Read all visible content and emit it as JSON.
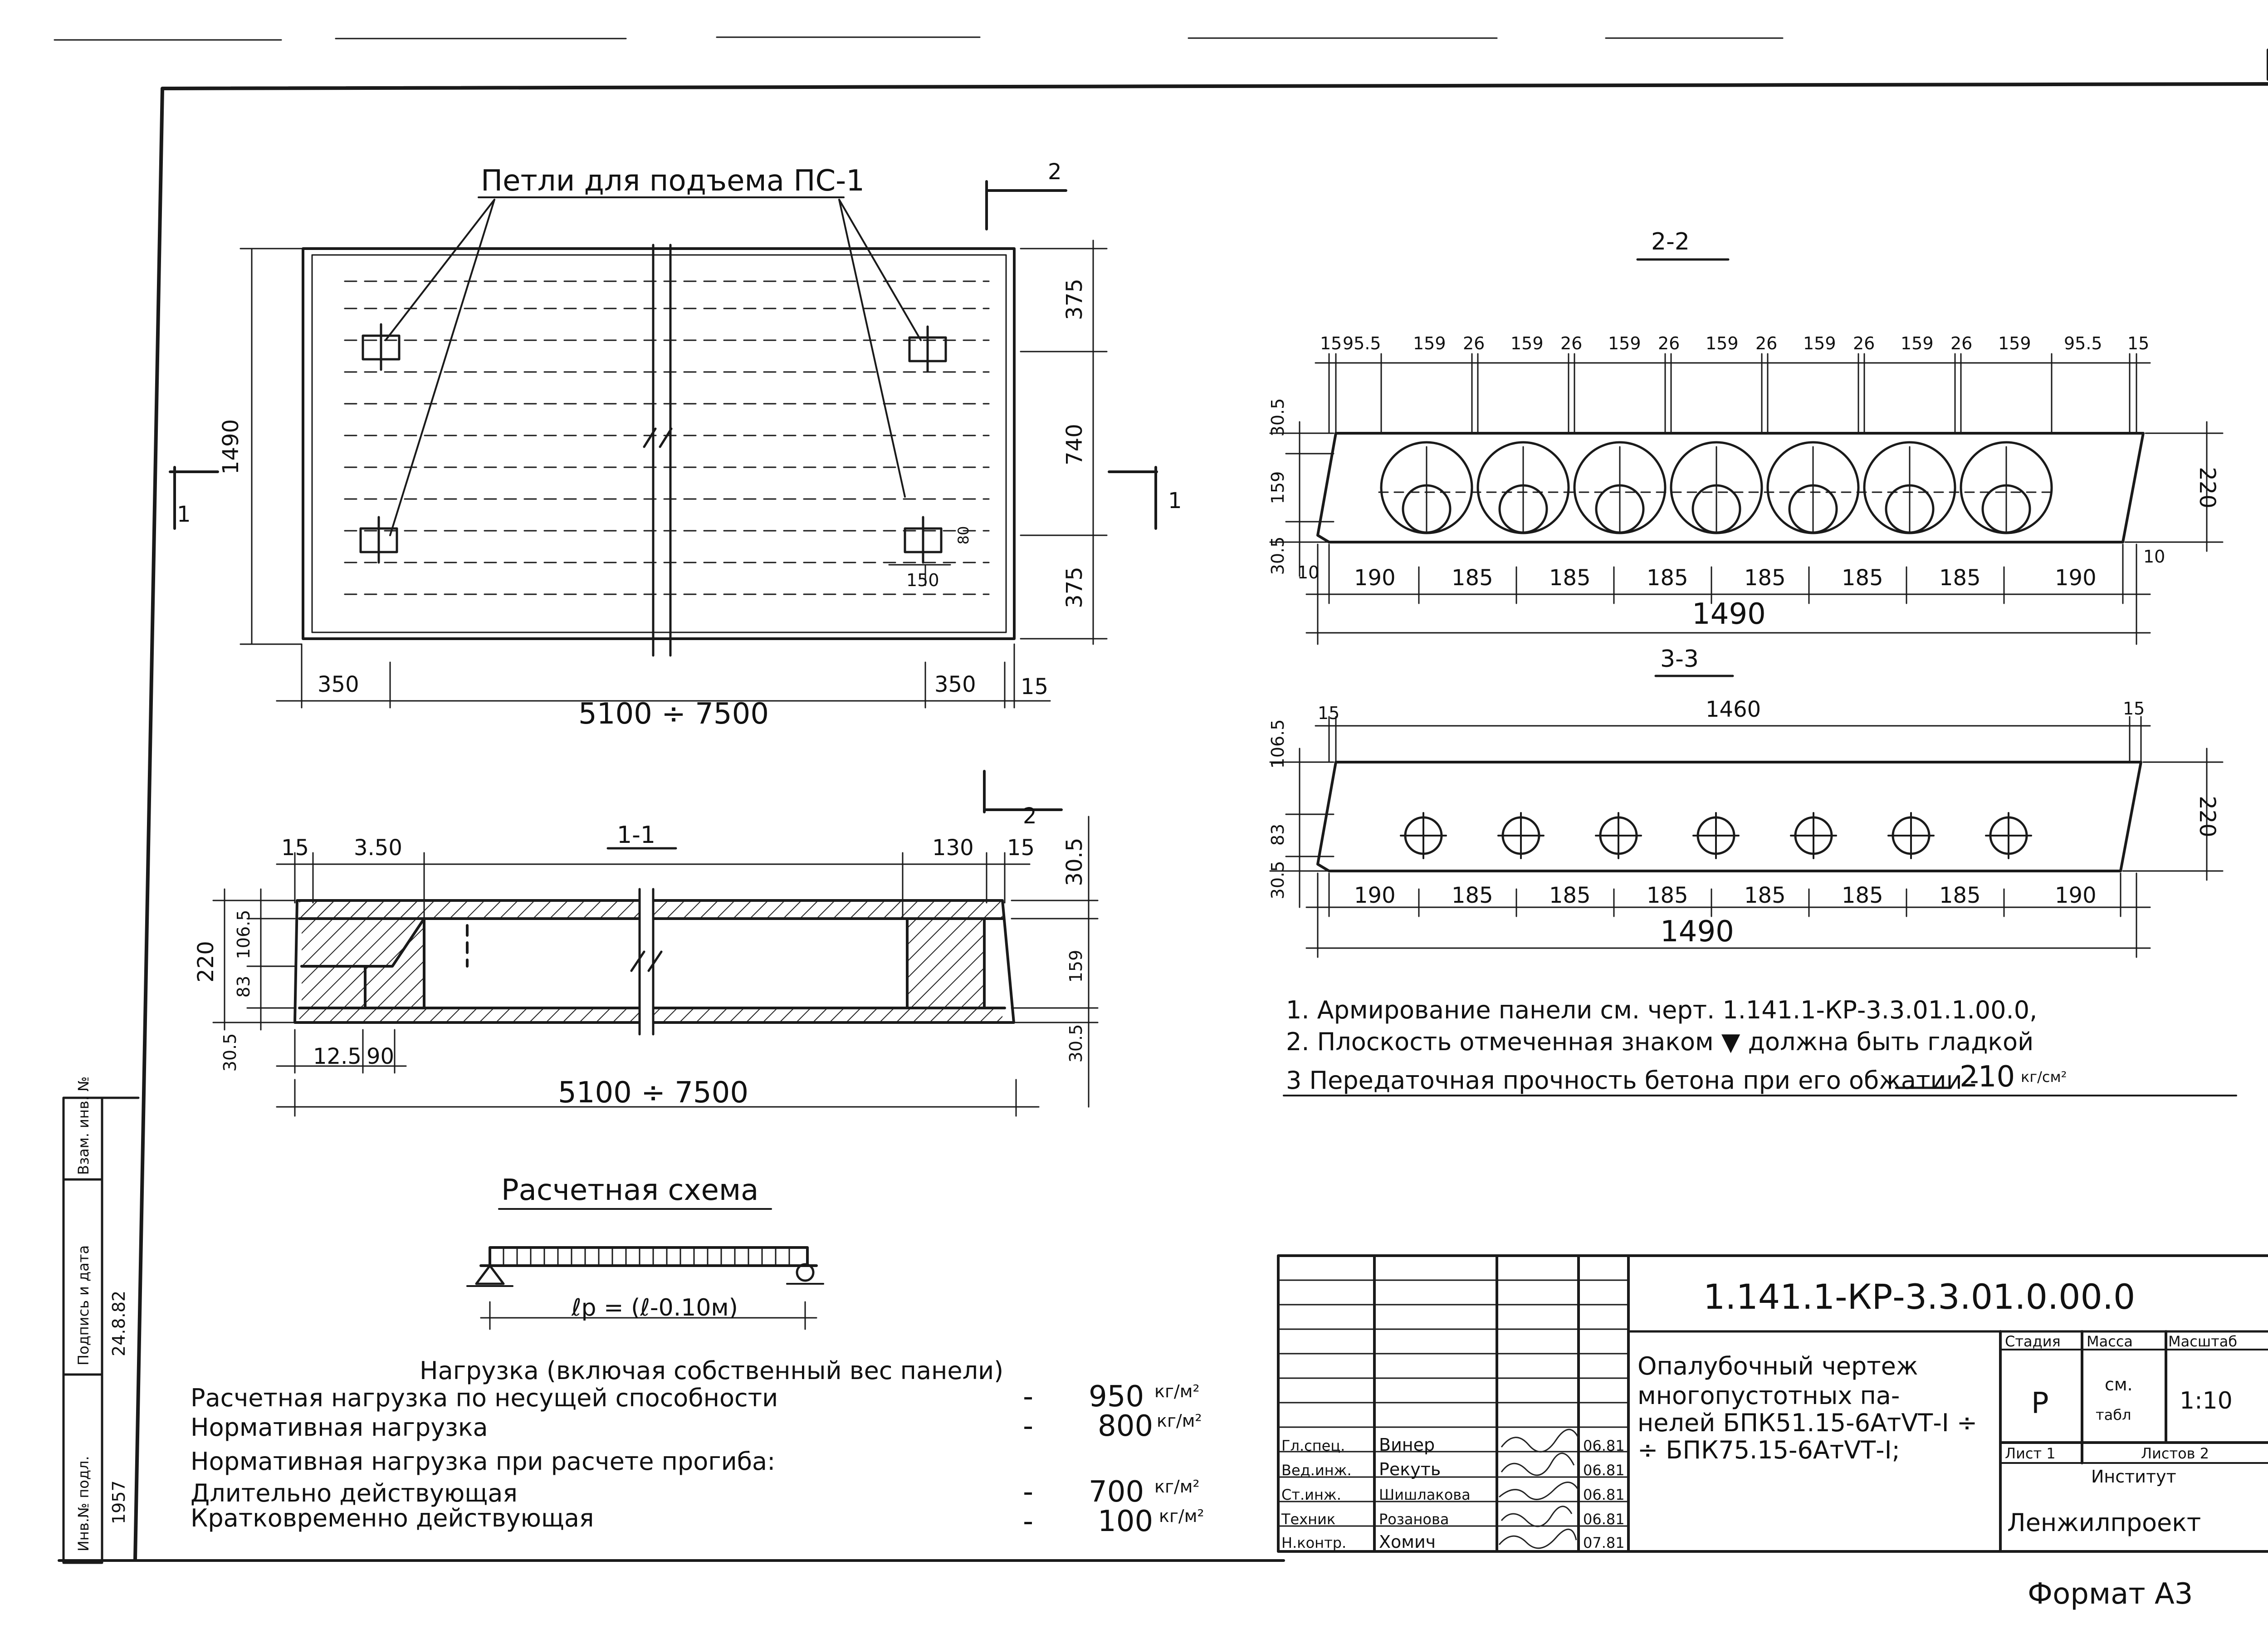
{
  "plan": {
    "callout": "Петли для подъема ПС-1",
    "dim_total_height": "1490",
    "dim_top": "375",
    "dim_mid": "740",
    "dim_bottom": "375",
    "dim_loop_w": "150",
    "dim_loop_h": "80",
    "dim_left_350": "350",
    "dim_right_350": "350",
    "dim_edge_15": "15",
    "dim_length": "5100 ÷ 7500",
    "section_mark_1": "1",
    "section_mark_2": "2"
  },
  "section_1_1": {
    "title": "1-1",
    "dim_15_left": "15",
    "dim_350": "3.50",
    "dim_130": "130",
    "dim_15_right": "15",
    "dim_305_top": "30.5",
    "dim_220": "220",
    "dim_83": "83",
    "dim_1065": "106.5",
    "dim_159": "159",
    "dim_305_bottom": "30.5",
    "dim_305_right": "30.5",
    "dim_125": "12.5",
    "dim_90": "90",
    "dim_length": "5100 ÷ 7500"
  },
  "section_2_2": {
    "title": "2-2",
    "top_dims": [
      "15",
      "95.5",
      "159",
      "26",
      "159",
      "26",
      "159",
      "26",
      "159",
      "26",
      "159",
      "26",
      "159",
      "26",
      "159",
      "95.5",
      "15"
    ],
    "left_dims": [
      "30.5",
      "159",
      "30.5"
    ],
    "dim_220": "220",
    "dim_10_left": "10",
    "dim_10_right": "10",
    "bottom_dims": [
      "190",
      "185",
      "185",
      "185",
      "185",
      "185",
      "185",
      "190"
    ],
    "dim_total": "1490"
  },
  "section_3_3": {
    "title": "3-3",
    "dim_15_left": "15",
    "dim_1460": "1460",
    "dim_15_right": "15",
    "left_dims": [
      "106.5",
      "83",
      "30.5"
    ],
    "dim_220": "220",
    "bottom_dims": [
      "190",
      "185",
      "185",
      "185",
      "185",
      "185",
      "185",
      "190"
    ],
    "dim_total": "1490"
  },
  "notes": {
    "line1": "1. Армирование панели см. черт. 1.141.1-КР-3.3.01.1.00.0,",
    "line2": "2. Плоскость отмеченная знаком ▼ должна быть гладкой",
    "line3": "3 Передаточная прочность бетона при его обжатии -",
    "line3_value": "210",
    "line3_unit": "кг/см²"
  },
  "scheme": {
    "title": "Расчетная схема",
    "span_label": "ℓр = (ℓ-0.10м)"
  },
  "loads": {
    "header": "Нагрузка (включая собственный вес панели)",
    "rows": [
      {
        "label": "Расчетная нагрузка по несущей способности",
        "dash": "-",
        "value": "950",
        "unit": "кг/м²"
      },
      {
        "label": "Нормативная нагрузка",
        "dash": "-",
        "value": "800",
        "unit": "кг/м²"
      },
      {
        "label": "Нормативная нагрузка при расчете прогиба:",
        "dash": "",
        "value": "",
        "unit": ""
      },
      {
        "label": "Длительно действующая",
        "dash": "-",
        "value": "700",
        "unit": "кг/м²"
      },
      {
        "label": "Кратковременно действующая",
        "dash": "-",
        "value": "100",
        "unit": "кг/м²"
      }
    ]
  },
  "stamp": {
    "code": "1.141.1-КР-3.3.01.0.00.0",
    "title_lines": [
      "Опалубочный чертеж",
      "многопустотных па-",
      "нелей БПК51.15-6АтⅤТ-I ÷",
      "÷ БПК75.15-6АтⅤТ-I;"
    ],
    "signatures": [
      {
        "role": "Гл.спец.",
        "name": "Винер",
        "date": "06.81"
      },
      {
        "role": "Вед.инж.",
        "name": "Рекуть",
        "date": "06.81"
      },
      {
        "role": "Ст.инж.",
        "name": "Шишлакова",
        "date": "06.81"
      },
      {
        "role": "Техник",
        "name": "Розанова",
        "date": "06.81"
      },
      {
        "role": "Н.контр.",
        "name": "Хомич",
        "date": "07.81"
      }
    ],
    "stage_label": "Стадия",
    "stage_value": "Р",
    "mass_label": "Масса",
    "mass_value_1": "см.",
    "mass_value_2": "табл",
    "scale_label": "Масштаб",
    "scale_value": "1:10",
    "sheet_label": "Лист 1",
    "sheets_label": "Листов 2",
    "institute_label": "Институт",
    "institute_name": "Ленжилпроект"
  },
  "left_margin": {
    "labels": [
      "Инв.№ подл.",
      "Подпись и дата",
      "Взам. инв. №"
    ],
    "note_1": "1957",
    "note_2": "24.8.82"
  },
  "format": "Формат А3"
}
